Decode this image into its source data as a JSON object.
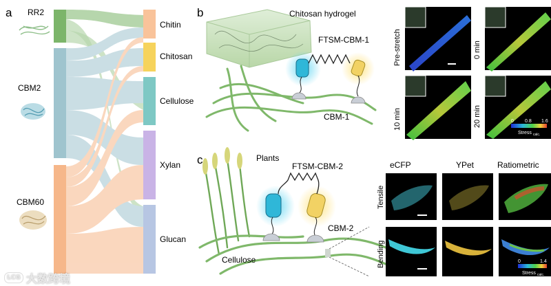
{
  "panels": {
    "a": {
      "letter": "a",
      "sources": [
        "RR2",
        "CBM2",
        "CBM60"
      ],
      "targets": [
        "Chitin",
        "Chitosan",
        "Cellulose",
        "Xylan",
        "Glucan"
      ],
      "colors": {
        "RR2": "#7cb56a",
        "CBM2": "#9fc4ce",
        "CBM60": "#f6b78a",
        "Chitin": "#f9c39a",
        "Chitosan": "#f6d35c",
        "Cellulose": "#7ec8c4",
        "Xylan": "#c9b3e6",
        "Glucan": "#b7c6e3"
      }
    },
    "b": {
      "letter": "b",
      "hydrogel_label": "Chitosan hydrogel",
      "sensor_label": "FTSM-CBM-1",
      "binder_label": "CBM-1",
      "images": [
        "Pre-stretch",
        "0 min",
        "10 min",
        "20 min"
      ],
      "colorbar": {
        "ticks": [
          "0",
          "0.8",
          "1.6"
        ],
        "label": "Stress",
        "sub": "calc."
      }
    },
    "c": {
      "letter": "c",
      "plants_label": "Plants",
      "sensor_label": "FTSM-CBM-2",
      "binder_label": "CBM-2",
      "substrate_label": "Cellulose",
      "channels": [
        "eCFP",
        "YPet",
        "Ratiometric"
      ],
      "rows": [
        "Tensile",
        "Bending"
      ],
      "colorbar": {
        "ticks": [
          "0",
          "1.4"
        ],
        "label": "Stress",
        "sub": "calc."
      }
    }
  },
  "watermark": {
    "badge": "LCG",
    "text": "大数跨境"
  }
}
